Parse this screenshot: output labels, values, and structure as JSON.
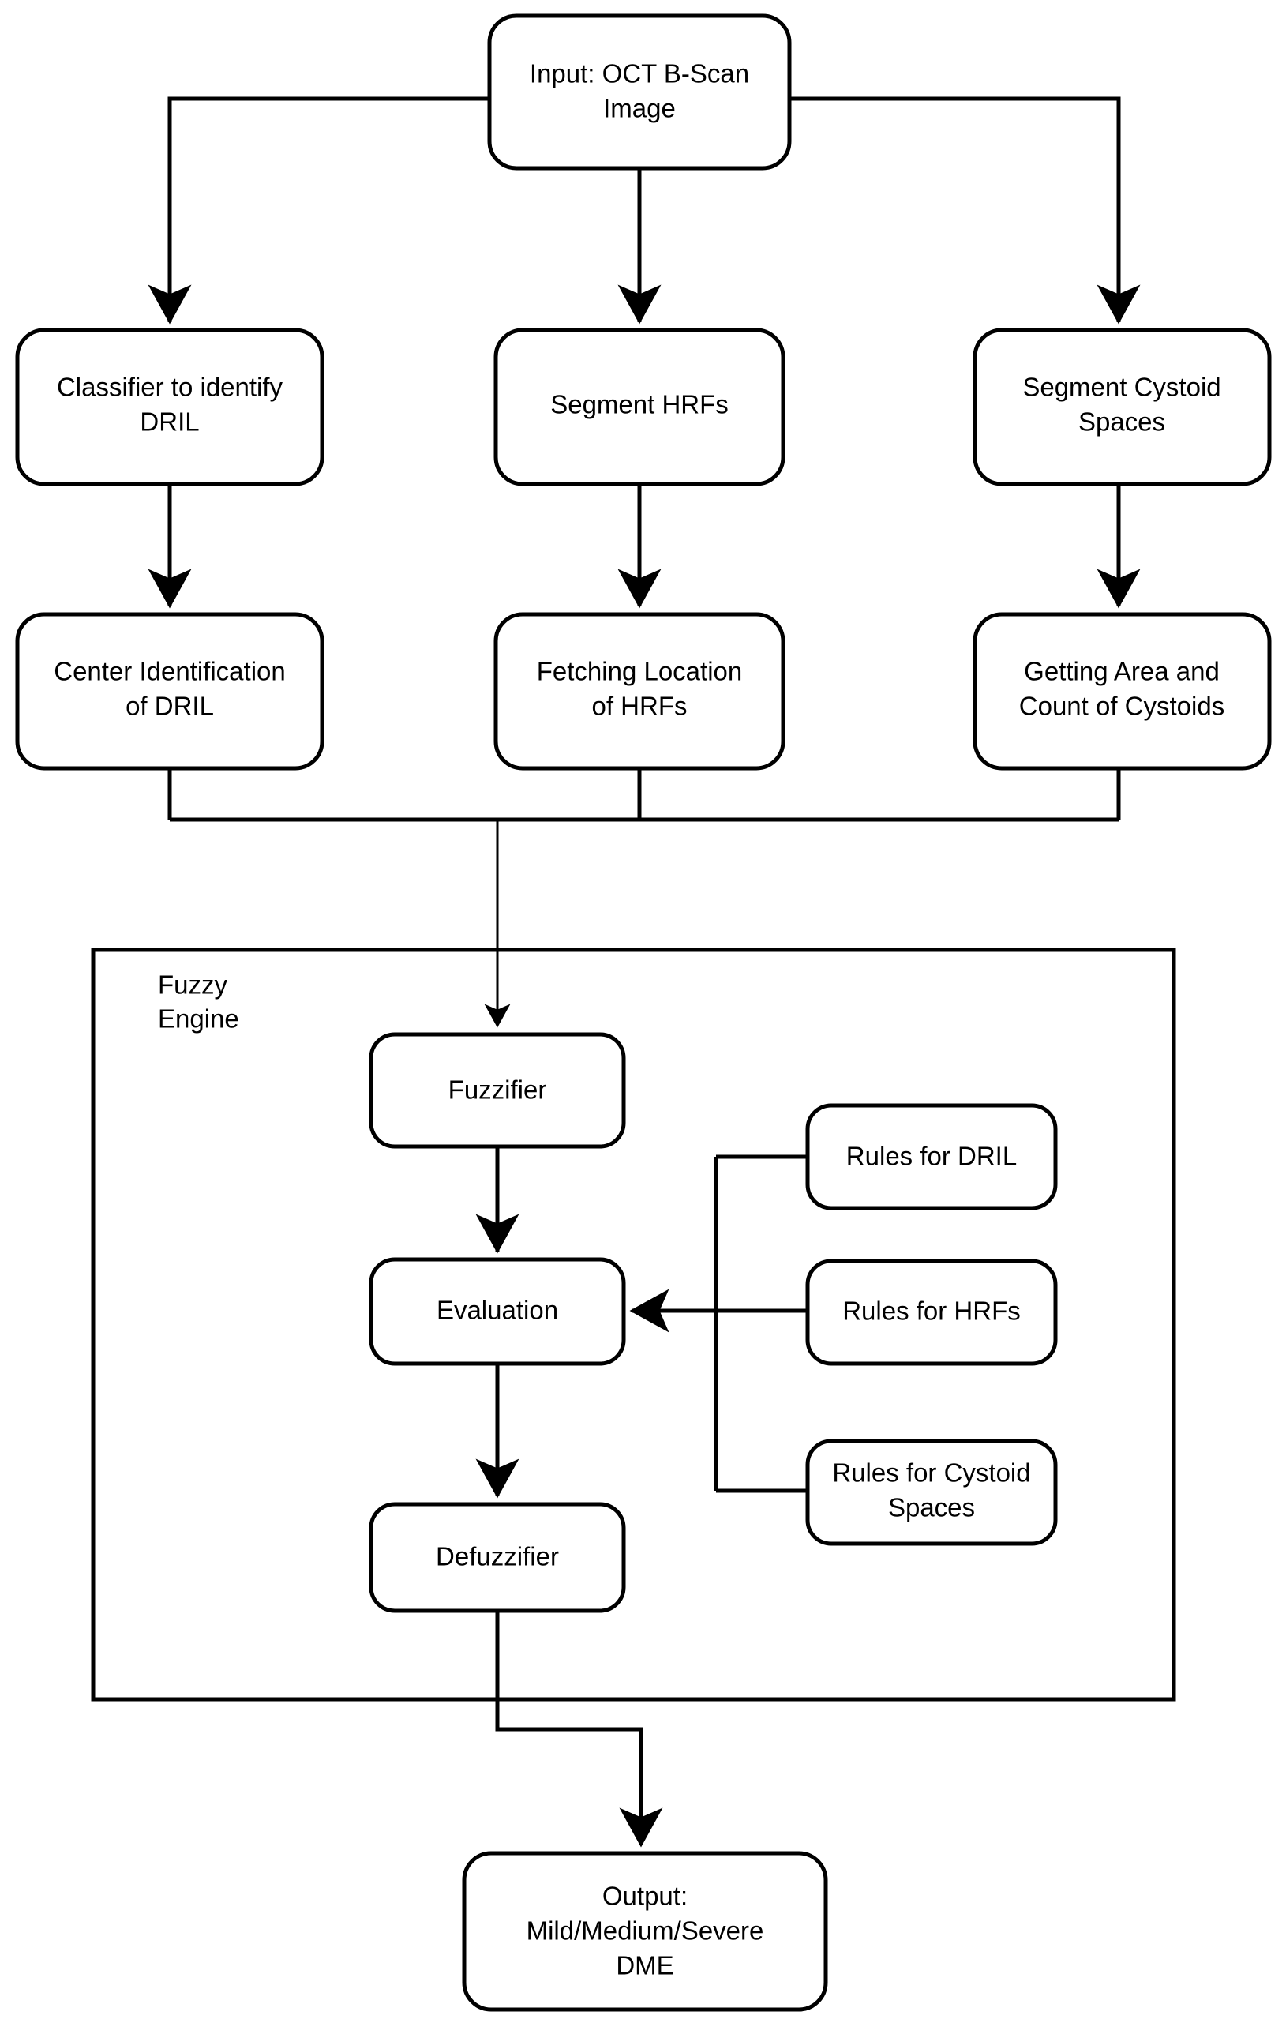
{
  "diagram": {
    "title_text_present": false,
    "background_color": "#ffffff",
    "stroke_color": "#000000",
    "nodes": {
      "input": {
        "line1": "Input: OCT B-Scan",
        "line2": "Image"
      },
      "classifier_dril": {
        "line1": "Classifier to identify",
        "line2": "DRIL"
      },
      "segment_hrfs": {
        "line1": "Segment HRFs",
        "line2": ""
      },
      "segment_cystoid": {
        "line1": "Segment Cystoid",
        "line2": "Spaces"
      },
      "center_dril": {
        "line1": "Center Identification",
        "line2": "of DRIL"
      },
      "fetch_hrfs": {
        "line1": "Fetching Location",
        "line2": "of HRFs"
      },
      "area_cystoids": {
        "line1": "Getting Area and",
        "line2": "Count of Cystoids"
      },
      "fuzzy_engine_label": {
        "line1": "Fuzzy",
        "line2": "Engine"
      },
      "fuzzifier": {
        "line1": "Fuzzifier",
        "line2": ""
      },
      "evaluation": {
        "line1": "Evaluation",
        "line2": ""
      },
      "defuzzifier": {
        "line1": "Defuzzifier",
        "line2": ""
      },
      "rules_dril": {
        "line1": "Rules for DRIL",
        "line2": ""
      },
      "rules_hrfs": {
        "line1": "Rules for HRFs",
        "line2": ""
      },
      "rules_cystoid": {
        "line1": "Rules for Cystoid",
        "line2": "Spaces"
      },
      "output": {
        "line1": "Output:",
        "line2": "Mild/Medium/Severe",
        "line3": "DME"
      }
    }
  }
}
